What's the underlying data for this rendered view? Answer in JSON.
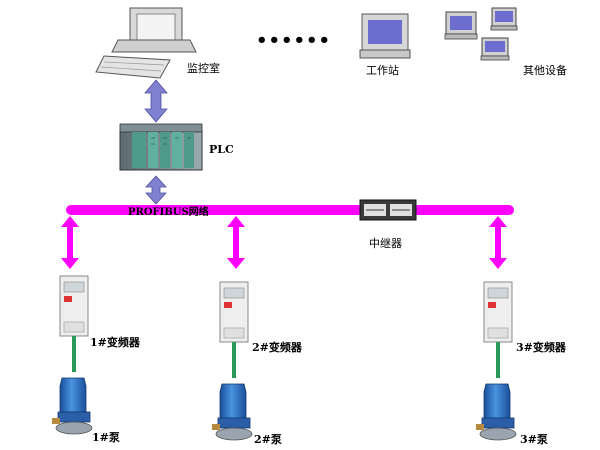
{
  "labels": {
    "control_room": "监控室",
    "ellipsis": "••••••",
    "workstation": "工作站",
    "other_devices": "其他设备",
    "plc": "PLC",
    "network": "PROFIBUS网络",
    "repeater": "中继器",
    "vfd": [
      "1#变频器",
      "2#变频器",
      "3#变频器"
    ],
    "pump": [
      "1#泵",
      "2#泵",
      "3#泵"
    ]
  },
  "colors": {
    "network_bus": "#ff00ff",
    "plc_link_arrow": "#8080d0",
    "vfd_pump_cable": "#2a9a5a",
    "pump_body": "#2a6fc4",
    "vfd_body": "#eeeeee"
  },
  "icons": [
    "computer-icon",
    "workstation-icon",
    "other-devices-icon",
    "plc-icon",
    "repeater-icon",
    "vfd-icon",
    "pump-icon"
  ]
}
